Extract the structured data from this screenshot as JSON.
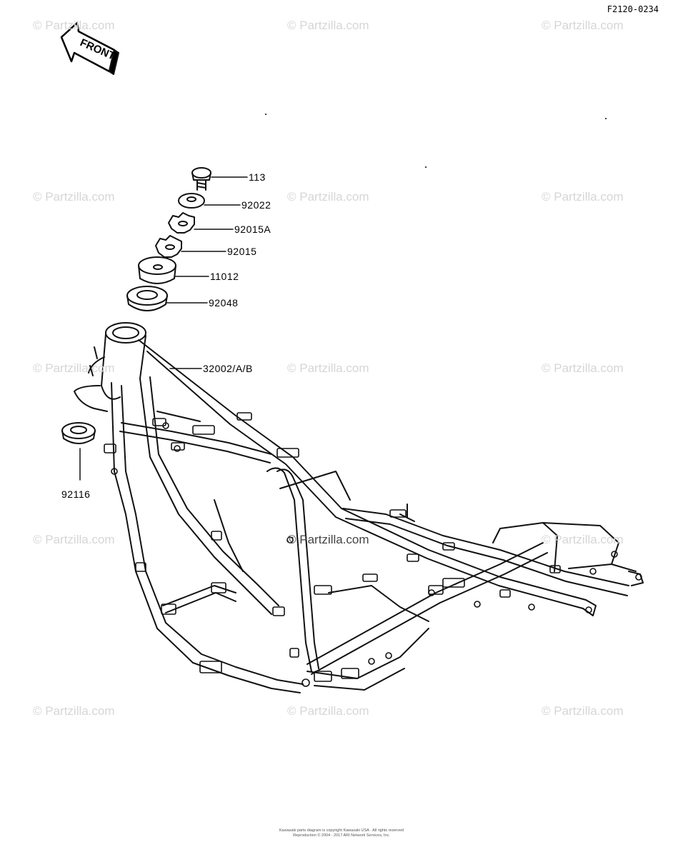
{
  "reference_code": "F2120-0234",
  "front_arrow_label": "FRONT",
  "watermark_text": "© Partzilla.com",
  "parts": [
    {
      "id": "113"
    },
    {
      "id": "92022"
    },
    {
      "id": "92015A"
    },
    {
      "id": "92015"
    },
    {
      "id": "11012"
    },
    {
      "id": "92048"
    },
    {
      "id": "32002/A/B"
    },
    {
      "id": "92116"
    }
  ],
  "footer": {
    "line1": "Kawasaki parts diagram is copyright Kawasaki USA · All rights reserved",
    "line2": "Reproduction © 2004 - 2017 ARI Network Services, Inc."
  }
}
